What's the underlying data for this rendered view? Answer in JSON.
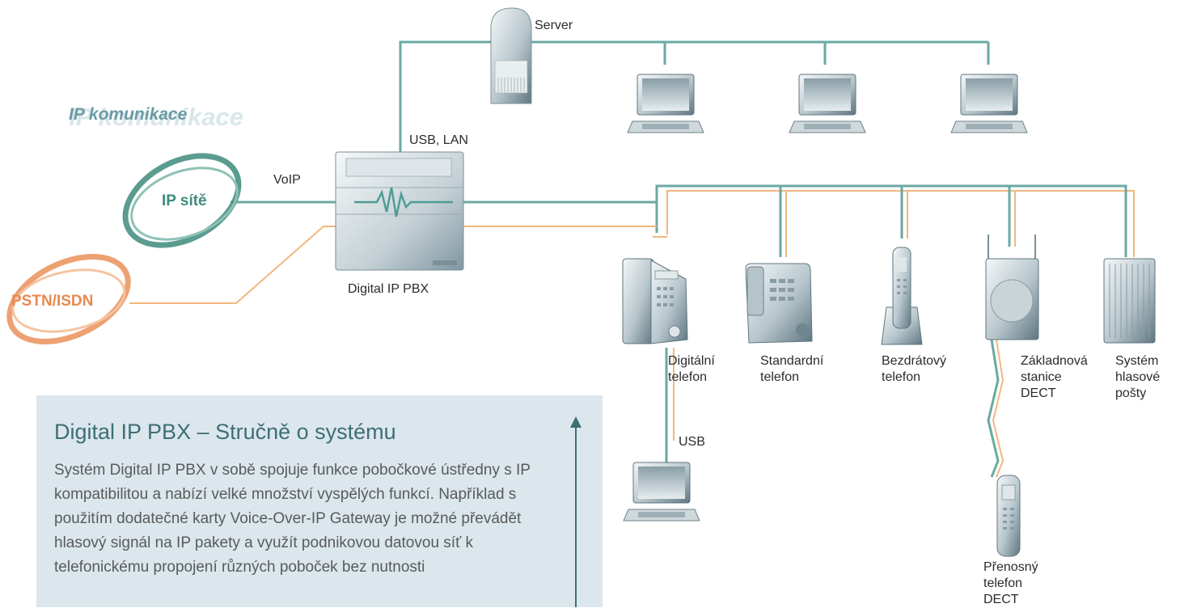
{
  "colors": {
    "network_line": "#6aa9a3",
    "pstn_line": "#f2b77e",
    "ip_cloud": "#3f8b7d",
    "pstn_cloud": "#e88a4f",
    "info_bg": "#dbe7ec"
  },
  "labels": {
    "server": "Server",
    "usb_lan": "USB, LAN",
    "voip": "VoIP",
    "digital_pbx": "Digital IP PBX",
    "ip_network": "IP sítě",
    "pstn": "PSTN/ISDN",
    "ip_communication": "IP komunikace",
    "usb": "USB",
    "digital_phone": "Digitální\ntelefon",
    "standard_phone": "Standardní\ntelefon",
    "cordless_phone": "Bezdrátový\ntelefon",
    "dect_base": "Základnová\nstanice\nDECT",
    "voicemail": "Systém\nhlasové\npošty",
    "portable_dect": "Přenosný\ntelefon\nDECT"
  },
  "info": {
    "title": "Digital IP PBX – Stručně o systému",
    "body": "Systém Digital IP PBX v sobě spojuje funkce pobočkové ústředny s IP kompatibilitou a nabízí velké množství vyspělých funkcí. Například s použitím dodatečné karty Voice-Over-IP Gateway je možné převádět hlasový signál na IP pakety a využít podnikovou datovou síť k telefonickému propojení různých poboček bez nutnosti"
  }
}
